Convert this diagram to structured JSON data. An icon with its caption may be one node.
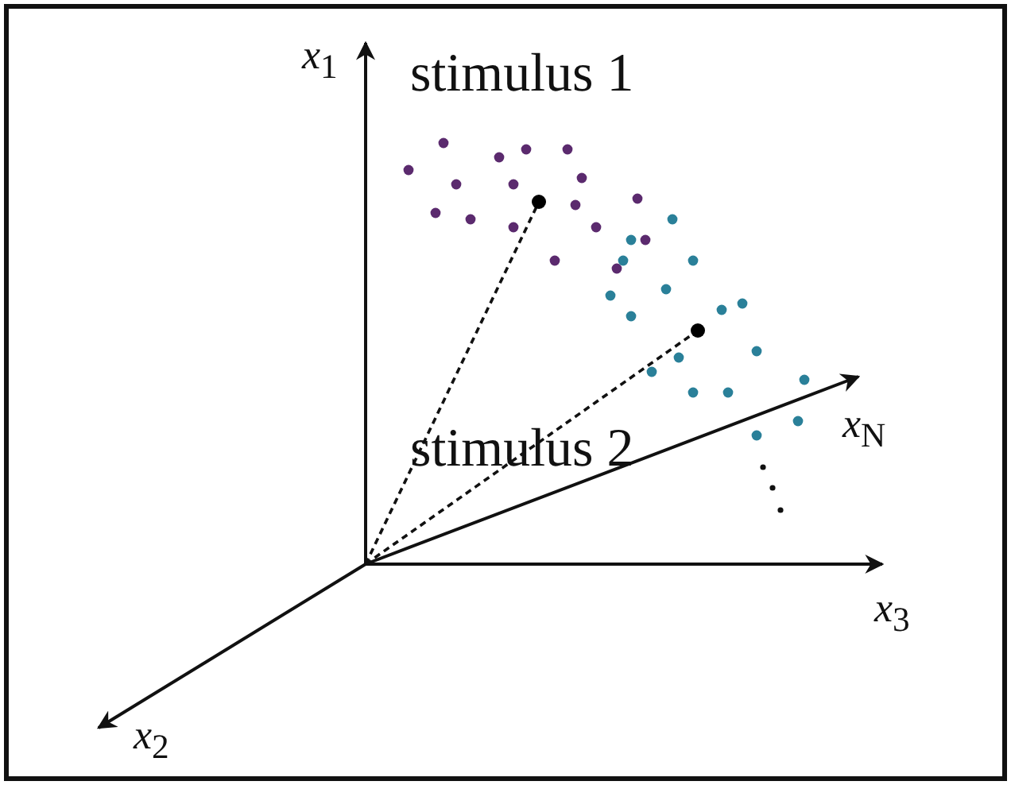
{
  "diagram": {
    "labels": [
      "*x*$_{1}$",
      "stimulus 1",
      "stimulus 2",
      "*x*$_{N}$",
      "*x*$_{3}$",
      "*x*$_{2}$"
    ]
  }
}
